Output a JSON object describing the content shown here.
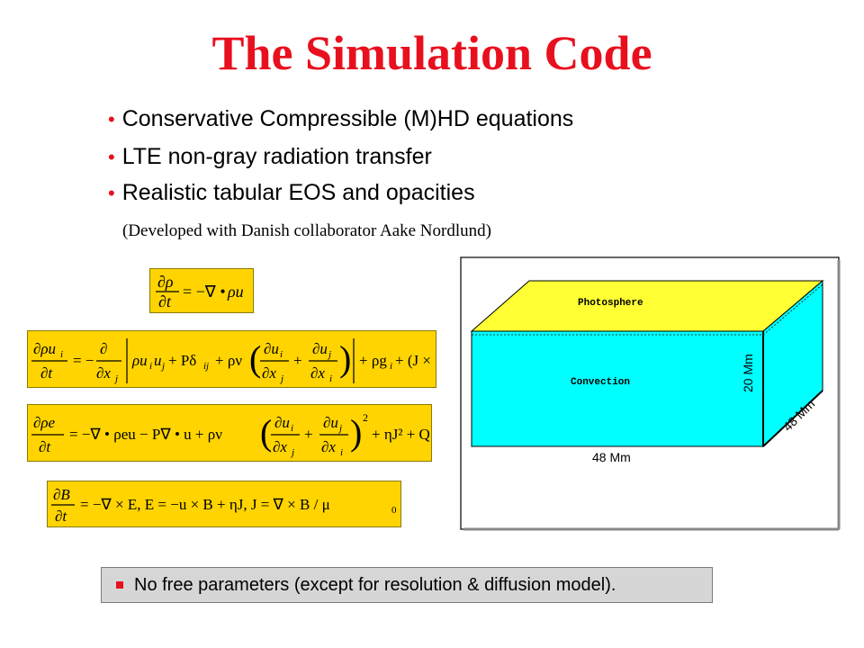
{
  "title": "The Simulation Code",
  "bullets": [
    "Conservative Compressible (M)HD equations",
    "LTE non-gray radiation transfer",
    "Realistic tabular EOS and opacities"
  ],
  "note": "(Developed with Danish collaborator Aake Nordlund)",
  "diagram": {
    "photosphere_label": "Photosphere",
    "convection_label": "Convection",
    "height_label": "20 Mm",
    "depth_label": "48 Mm",
    "width_label": "48 Mm"
  },
  "footer": "No free parameters (except for resolution & diffusion model).",
  "colors": {
    "title": "#e8101e",
    "equation_box": "#ffd400",
    "photosphere": "#ffff33",
    "convection": "#00ffff"
  }
}
